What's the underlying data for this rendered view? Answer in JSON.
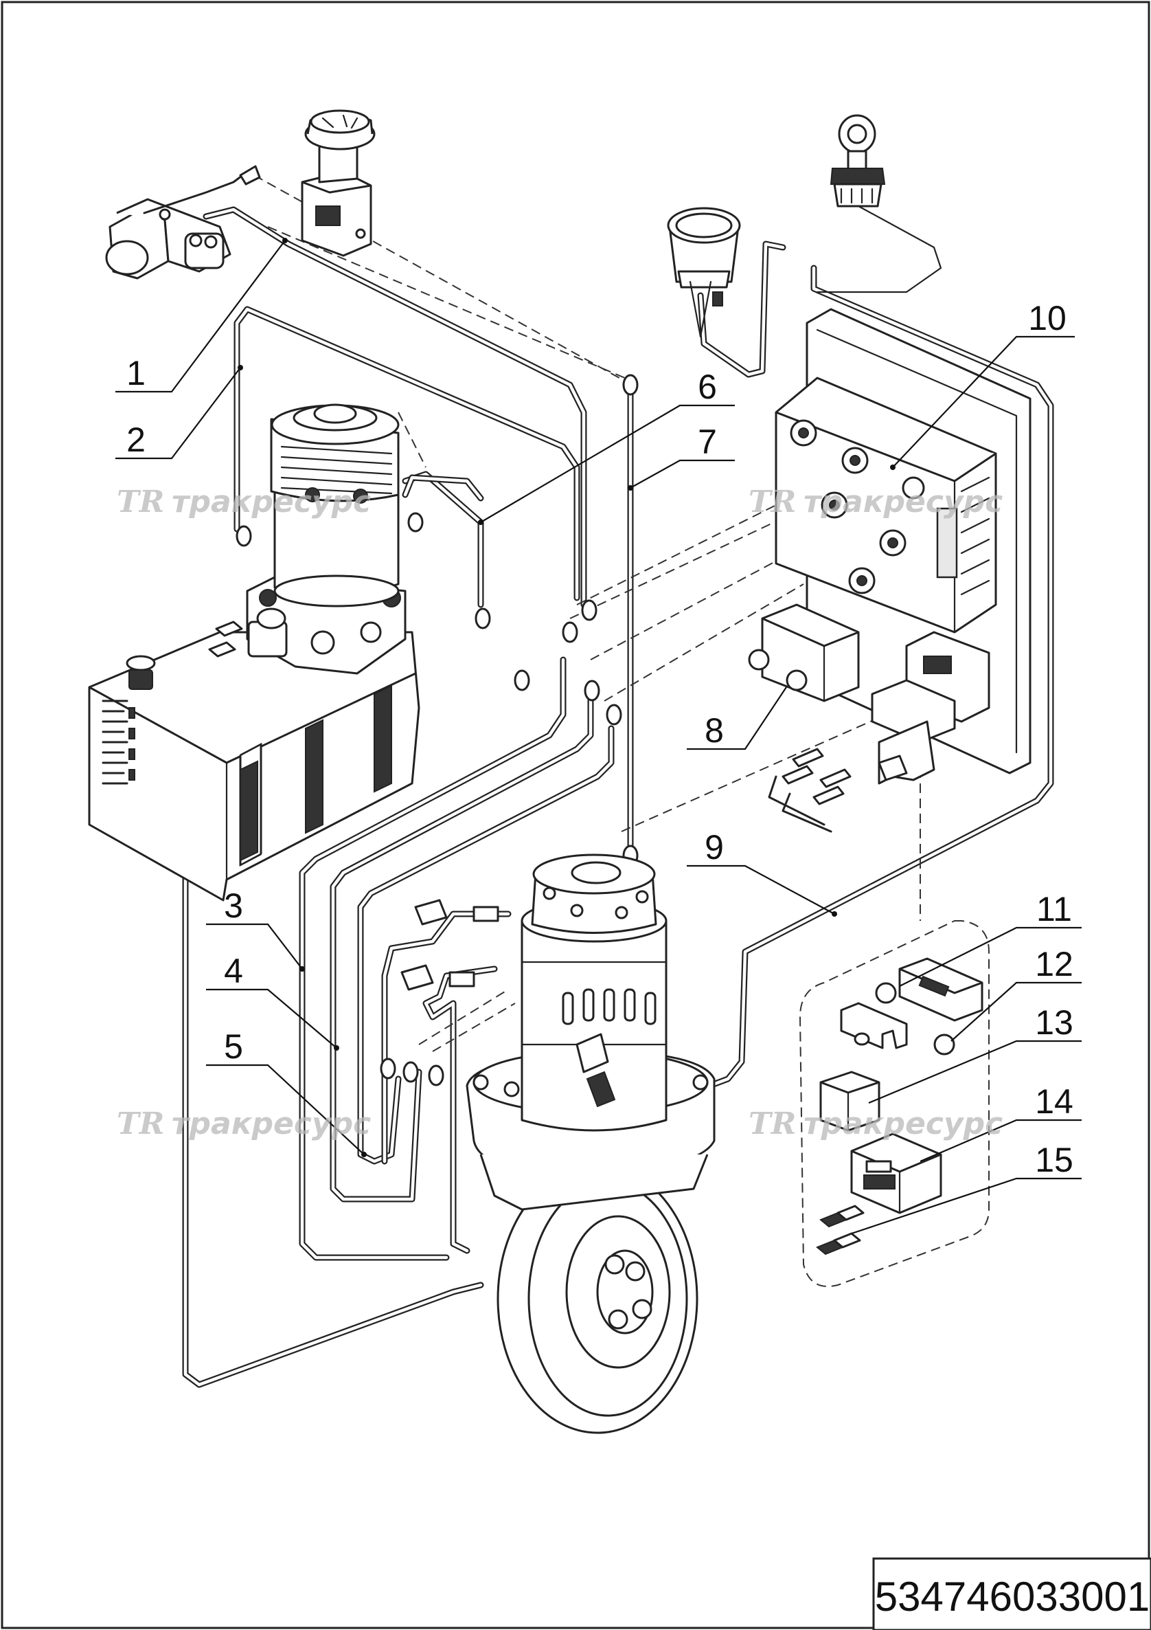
{
  "callouts": [
    {
      "label": "1"
    },
    {
      "label": "2"
    },
    {
      "label": "3"
    },
    {
      "label": "4"
    },
    {
      "label": "5"
    },
    {
      "label": "6"
    },
    {
      "label": "7"
    },
    {
      "label": "8"
    },
    {
      "label": "9"
    },
    {
      "label": "10"
    },
    {
      "label": "11"
    },
    {
      "label": "12"
    },
    {
      "label": "13"
    },
    {
      "label": "14"
    },
    {
      "label": "15"
    }
  ],
  "watermarks": [
    {
      "logo": "TR",
      "text": "тракресурс"
    },
    {
      "logo": "TR",
      "text": "тракресурс"
    },
    {
      "logo": "TR",
      "text": "тракресурс"
    },
    {
      "logo": "TR",
      "text": "тракресурс"
    }
  ],
  "drawing_number": "534746033001"
}
